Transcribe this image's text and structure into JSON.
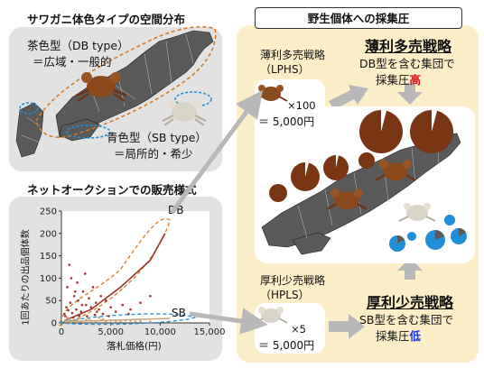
{
  "left_top": {
    "title": "サワガニ体色タイプの空間分布",
    "brown_label": "茶色型（DB type）",
    "brown_desc": "＝広域・一般的",
    "blue_label": "青色型（SB type）",
    "blue_desc": "＝局所的・希少"
  },
  "left_bottom": {
    "title": "ネットオークションでの販売様式",
    "db_label": "DB",
    "sb_label": "SB"
  },
  "right": {
    "title": "野生個体への採集圧",
    "lphs_title": "薄利多売戦略",
    "lphs_abbr": "（LPHS）",
    "lphs_mult": "×100",
    "lphs_price": "＝ 5,000円",
    "hpls_title": "厚利少売戦略",
    "hpls_abbr": "（HPLS）",
    "hpls_mult": "×5",
    "hpls_price": "＝ 5,000円",
    "thin_title": "薄利多売戦略",
    "thin_line2": "DB型を含む集団で",
    "thin_line3_a": "採集圧",
    "thin_line3_b": "高",
    "thick_title": "厚利少売戦略",
    "thick_line2": "SB型を含む集団で",
    "thick_line3_a": "採集圧",
    "thick_line3_b": "低"
  },
  "colors": {
    "panel_gray": "#e2e2e2",
    "panel_cream": "#fcefc8",
    "brown": "#7a3512",
    "blue": "#1e8fd8",
    "red_text": "#e0101a",
    "blue_text": "#1a35e0",
    "orange_dash": "#d9781e"
  },
  "chart_data": {
    "type": "scatter",
    "title": "",
    "xlabel": "落札価格(円)",
    "ylabel": "1回あたりの出品個体数",
    "xlim": [
      0,
      15000
    ],
    "ylim": [
      0,
      250
    ],
    "x_ticks": [
      "0",
      "5,000",
      "10,000",
      "15,000"
    ],
    "y_ticks": [
      "0",
      "50",
      "100",
      "150",
      "200",
      "250"
    ],
    "series": [
      {
        "name": "DB",
        "points": [
          [
            300,
            20
          ],
          [
            500,
            35
          ],
          [
            700,
            28
          ],
          [
            900,
            45
          ],
          [
            1100,
            22
          ],
          [
            1300,
            60
          ],
          [
            1500,
            30
          ],
          [
            1700,
            50
          ],
          [
            2000,
            25
          ],
          [
            2200,
            70
          ],
          [
            2500,
            40
          ],
          [
            2800,
            55
          ],
          [
            3000,
            35
          ],
          [
            3200,
            80
          ],
          [
            3500,
            45
          ],
          [
            3800,
            30
          ],
          [
            4000,
            60
          ],
          [
            4200,
            20
          ],
          [
            4500,
            50
          ],
          [
            5000,
            35
          ],
          [
            600,
            80
          ],
          [
            1000,
            100
          ],
          [
            1600,
            90
          ],
          [
            2400,
            110
          ],
          [
            800,
            130
          ],
          [
            1200,
            12
          ],
          [
            2600,
            15
          ],
          [
            3400,
            18
          ],
          [
            5500,
            25
          ],
          [
            6200,
            40
          ],
          [
            7000,
            30
          ],
          [
            8000,
            45
          ],
          [
            9000,
            60
          ],
          [
            400,
            15
          ],
          [
            1800,
            16
          ],
          [
            1400,
            70
          ],
          [
            2100,
            40
          ],
          [
            3600,
            25
          ],
          [
            4800,
            15
          ],
          [
            6800,
            20
          ]
        ],
        "trend": [
          [
            300,
            5
          ],
          [
            3000,
            30
          ],
          [
            6000,
            80
          ],
          [
            9000,
            140
          ],
          [
            10500,
            200
          ]
        ]
      },
      {
        "name": "SB",
        "points": [
          [
            500,
            5
          ],
          [
            800,
            8
          ],
          [
            1200,
            4
          ],
          [
            1500,
            6
          ],
          [
            2000,
            3
          ],
          [
            2500,
            7
          ],
          [
            3000,
            5
          ],
          [
            3500,
            4
          ],
          [
            4000,
            6
          ],
          [
            4500,
            3
          ],
          [
            5000,
            5
          ],
          [
            5500,
            4
          ],
          [
            6000,
            3
          ],
          [
            7000,
            5
          ],
          [
            8000,
            4
          ],
          [
            9000,
            3
          ],
          [
            1800,
            10
          ],
          [
            2800,
            9
          ],
          [
            3800,
            12
          ],
          [
            1000,
            2
          ],
          [
            4200,
            8
          ],
          [
            6500,
            6
          ],
          [
            7500,
            3
          ],
          [
            600,
            12
          ]
        ],
        "trend": [
          [
            300,
            3
          ],
          [
            4000,
            5
          ],
          [
            8000,
            8
          ],
          [
            11000,
            10
          ]
        ]
      }
    ]
  }
}
